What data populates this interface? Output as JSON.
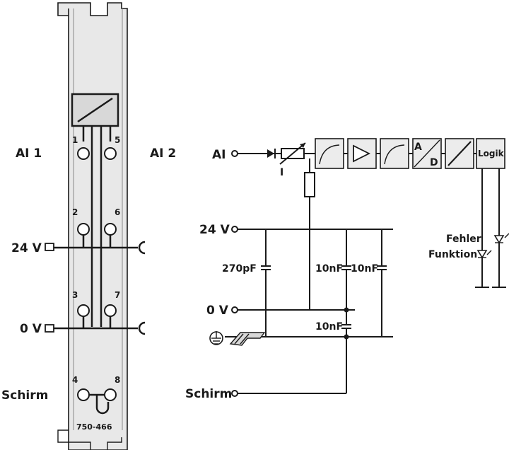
{
  "left_module": {
    "label_ai1": "AI 1",
    "label_ai2": "AI 2",
    "label_24v": "24 V",
    "label_0v": "0 V",
    "label_schirm": "Schirm",
    "pin_numbers": [
      "1",
      "5",
      "2",
      "6",
      "3",
      "7",
      "4",
      "8"
    ],
    "part_number": "750-466"
  },
  "circuit": {
    "input_label": "AI",
    "label_24v": "24 V",
    "label_0v": "0 V",
    "label_schirm": "Schirm",
    "current_symbol": "I",
    "cap_270pf": "270pF",
    "cap_10nf_a": "10nF",
    "cap_10nf_b": "10nF",
    "cap_10nf_c": "10nF",
    "block_ad_top": "A",
    "block_ad_bottom": "D",
    "block_logik": "Logik",
    "led_fehler": "Fehler",
    "led_funktion": "Funktion"
  },
  "colors": {
    "line": "#1a1a1a",
    "module_fill": "#e8e8e8",
    "block_fill": "#ececec"
  }
}
